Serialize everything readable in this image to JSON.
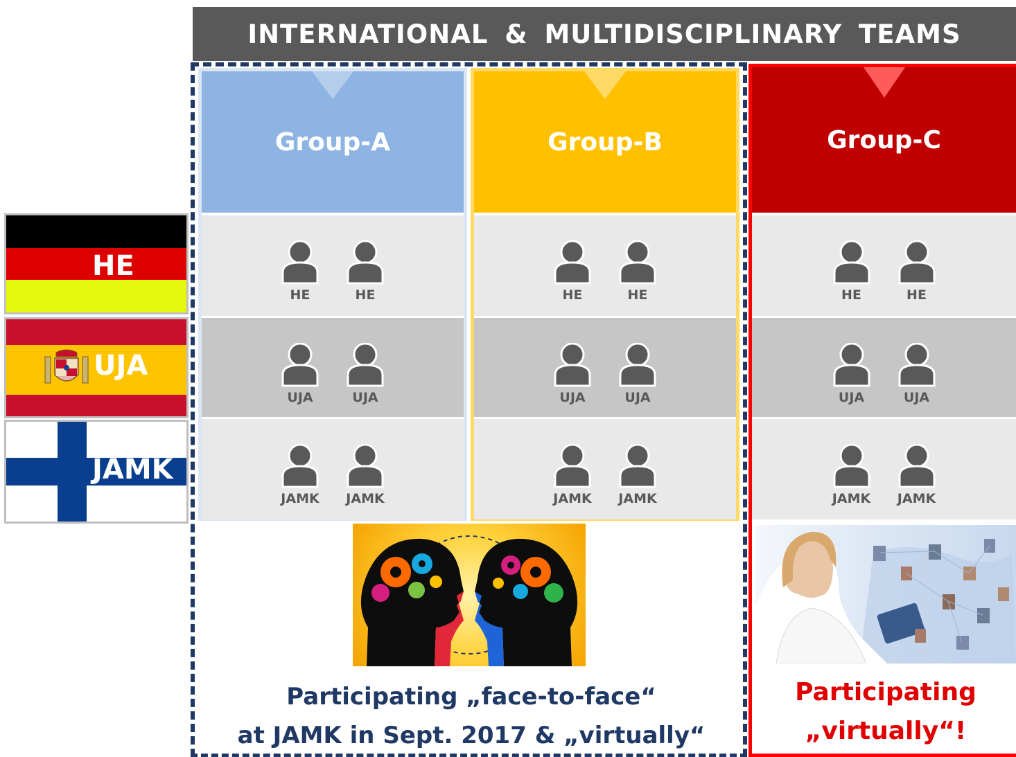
{
  "banner": {
    "title": "INTERNATIONAL & MULTIDISCIPLINARY TEAMS"
  },
  "flags": [
    {
      "label": "HE",
      "country": "Germany"
    },
    {
      "label": "UJA",
      "country": "Spain"
    },
    {
      "label": "JAMK",
      "country": "Finland"
    }
  ],
  "groups": [
    {
      "name": "Group-A",
      "color": "#8eb4e3",
      "rows": [
        [
          "HE",
          "HE"
        ],
        [
          "UJA",
          "UJA"
        ],
        [
          "JAMK",
          "JAMK"
        ]
      ]
    },
    {
      "name": "Group-B",
      "color": "#ffc000",
      "rows": [
        [
          "HE",
          "HE"
        ],
        [
          "UJA",
          "UJA"
        ],
        [
          "JAMK",
          "JAMK"
        ]
      ]
    },
    {
      "name": "Group-C",
      "color": "#c00000",
      "rows": [
        [
          "HE",
          "HE"
        ],
        [
          "UJA",
          "UJA"
        ],
        [
          "JAMK",
          "JAMK"
        ]
      ]
    }
  ],
  "captions": {
    "face_to_face_line1": "Participating „face-to-face“",
    "face_to_face_line2": "at JAMK in Sept. 2017 & „virtually“",
    "virtual_line1": "Participating",
    "virtual_line2": "„virtually“!"
  },
  "colors": {
    "caption_blue": "#1f3864",
    "caption_red": "#e00000",
    "person_icon": "#595959"
  }
}
